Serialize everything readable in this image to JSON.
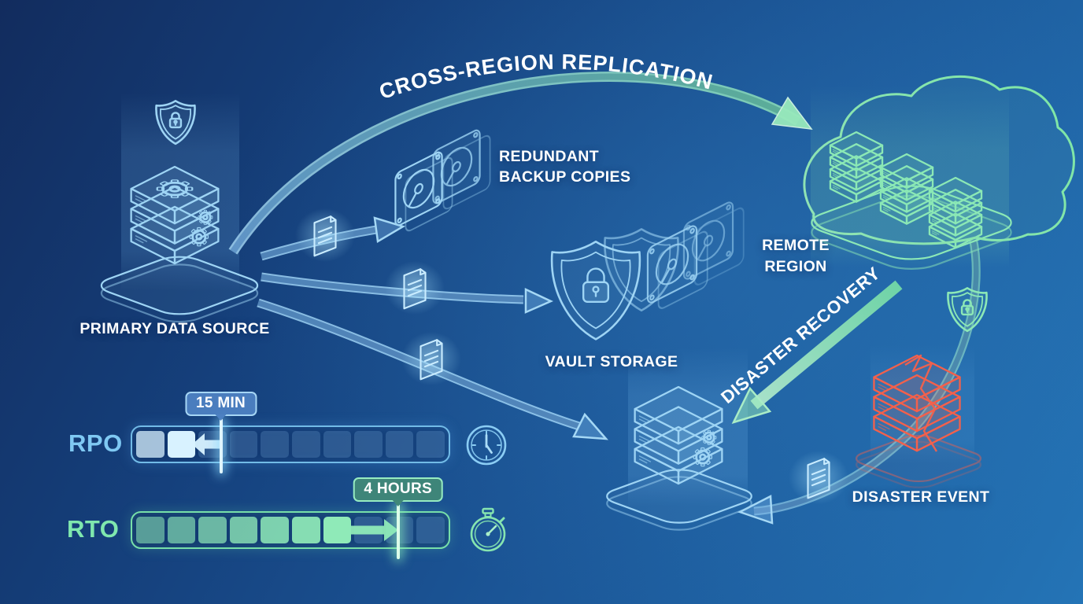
{
  "title_arc": "CROSS-REGION REPLICATION",
  "labels": {
    "primary": "PRIMARY DATA SOURCE",
    "redundant_line1": "REDUNDANT",
    "redundant_line2": "BACKUP COPIES",
    "vault": "VAULT STORAGE",
    "remote_line1": "REMOTE",
    "remote_line2": "REGION",
    "disaster_recovery": "DISASTER RECOVERY",
    "disaster_event": "DISASTER EVENT"
  },
  "metrics": {
    "rpo": {
      "label": "RPO",
      "badge": "15 MIN",
      "segments_total": 10,
      "segments_filled": 2,
      "marker_pct": 28,
      "accent": "#7ec9f1",
      "icon": "clock-icon"
    },
    "rto": {
      "label": "RTO",
      "badge": "4 HOURS",
      "segments_total": 10,
      "segments_filled": 7,
      "marker_pct": 84,
      "accent": "#82e7b0",
      "icon": "stopwatch-icon"
    }
  },
  "icons": {
    "shield_lock": "shield-lock-icon",
    "gear": "gear-icon",
    "document": "document-icon",
    "hard_drive": "hdd-icon",
    "cloud": "cloud-icon",
    "server_stack": "server-stack-icon",
    "broken_server": "broken-server-icon",
    "clock": "clock-icon",
    "stopwatch": "stopwatch-icon"
  },
  "colors": {
    "background_dark": "#122c5e",
    "background_light": "#2474b6",
    "line_blue": "#9ed4f4",
    "line_green": "#8ce8b6",
    "line_red": "#f4604b",
    "text_white": "#ffffff",
    "rpo_accent": "#7ec9f1",
    "rto_accent": "#82e7b0"
  }
}
